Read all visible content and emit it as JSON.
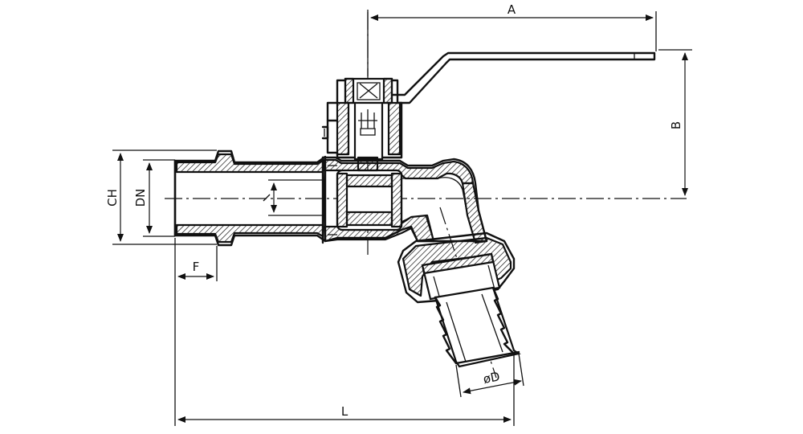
{
  "dimensions": {
    "A": "A",
    "B": "B",
    "CH": "CH",
    "DN": "DN",
    "F": "F",
    "L": "L",
    "D": "øD"
  }
}
